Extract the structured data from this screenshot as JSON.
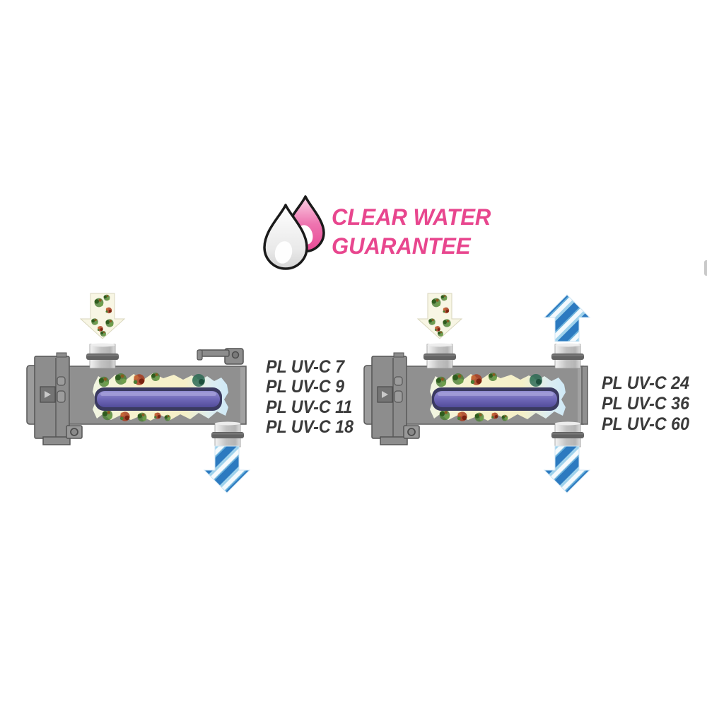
{
  "logo": {
    "line1": "CLEAR WATER",
    "line2": "GUARANTEE",
    "text_color": "#e8468e",
    "droplet_front_color": "#f0f0f0",
    "droplet_back_color": "#ec63a5"
  },
  "left_unit": {
    "models": [
      "PL UV-C 7",
      "PL UV-C 9",
      "PL UV-C 11",
      "PL UV-C 18"
    ]
  },
  "right_unit": {
    "models": [
      "PL UV-C 24",
      "PL UV-C 36",
      "PL UV-C 60"
    ]
  },
  "colors": {
    "housing_gray": "#8d8d8d",
    "uv_lamp_purple": "#6f68b8",
    "clean_water_blue": "#2c7ac0",
    "dirty_water_green": "#4a7d33",
    "dirty_water_cream": "#f8f6e4",
    "label_text": "#3a3a3a"
  }
}
